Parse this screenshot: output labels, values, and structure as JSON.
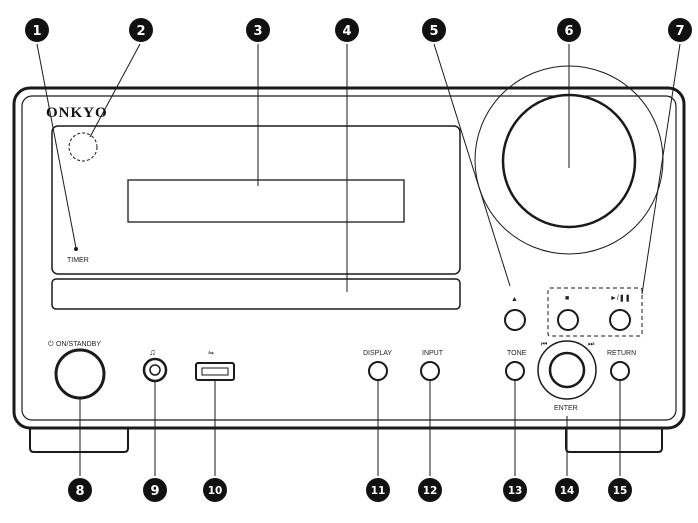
{
  "device": {
    "brand": "ONKYO",
    "labels": {
      "timer": "TIMER",
      "on_standby": "ON/STANDBY",
      "display": "DISPLAY",
      "input": "INPUT",
      "tone": "TONE",
      "return": "RETURN",
      "enter": "ENTER",
      "eject_symbol": "▲",
      "stop_symbol": "■",
      "play_pause_symbol": "►/❚❚",
      "prev_symbol": "⏮",
      "next_symbol": "⏭"
    }
  },
  "callouts": [
    "1",
    "2",
    "3",
    "4",
    "5",
    "6",
    "7",
    "8",
    "9",
    "10",
    "11",
    "12",
    "13",
    "14",
    "15"
  ],
  "colors": {
    "line": "#1a1a1a",
    "callout_fill": "#111111",
    "background": "#ffffff"
  }
}
